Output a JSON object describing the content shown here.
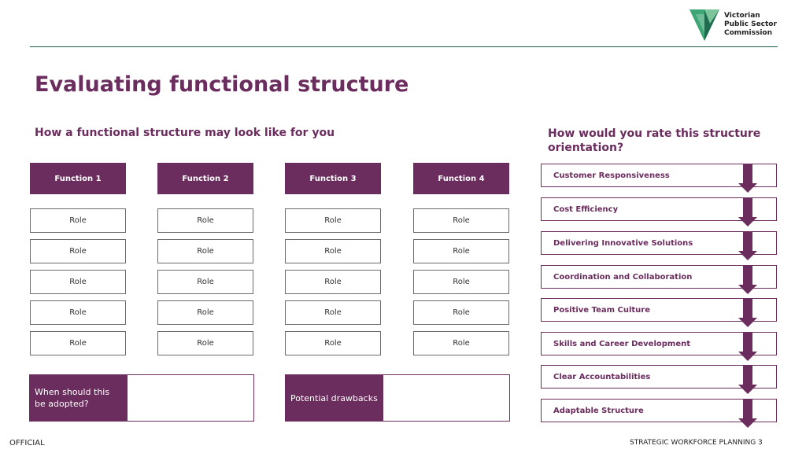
{
  "logo": {
    "icon": "vpsc-triangle-logo",
    "lines": [
      "Victorian",
      "Public Sector",
      "Commission"
    ]
  },
  "title": "Evaluating functional structure",
  "left_subtitle": "How a functional structure may look like for you",
  "right_subtitle": "How would you rate this structure orientation?",
  "functions": [
    {
      "label": "Function 1",
      "roles": [
        "Role",
        "Role",
        "Role",
        "Role",
        "Role"
      ]
    },
    {
      "label": "Function 2",
      "roles": [
        "Role",
        "Role",
        "Role",
        "Role",
        "Role"
      ]
    },
    {
      "label": "Function 3",
      "roles": [
        "Role",
        "Role",
        "Role",
        "Role",
        "Role"
      ]
    },
    {
      "label": "Function 4",
      "roles": [
        "Role",
        "Role",
        "Role",
        "Role",
        "Role"
      ]
    }
  ],
  "questions": {
    "adopted": "When should this be adopted?",
    "drawbacks": "Potential drawbacks"
  },
  "ratings": [
    "Customer Responsiveness",
    "Cost Efficiency",
    "Delivering Innovative Solutions",
    "Coordination and Collaboration",
    "Positive Team Culture",
    "Skills and Career Development",
    "Clear Accountabilities",
    "Adaptable Structure"
  ],
  "footer": {
    "left": "OFFICIAL",
    "right": "STRATEGIC WORKFORCE PLANNING 3"
  },
  "colors": {
    "brand_purple": "#6b2c5e",
    "brand_green": "#1a5a4a"
  }
}
